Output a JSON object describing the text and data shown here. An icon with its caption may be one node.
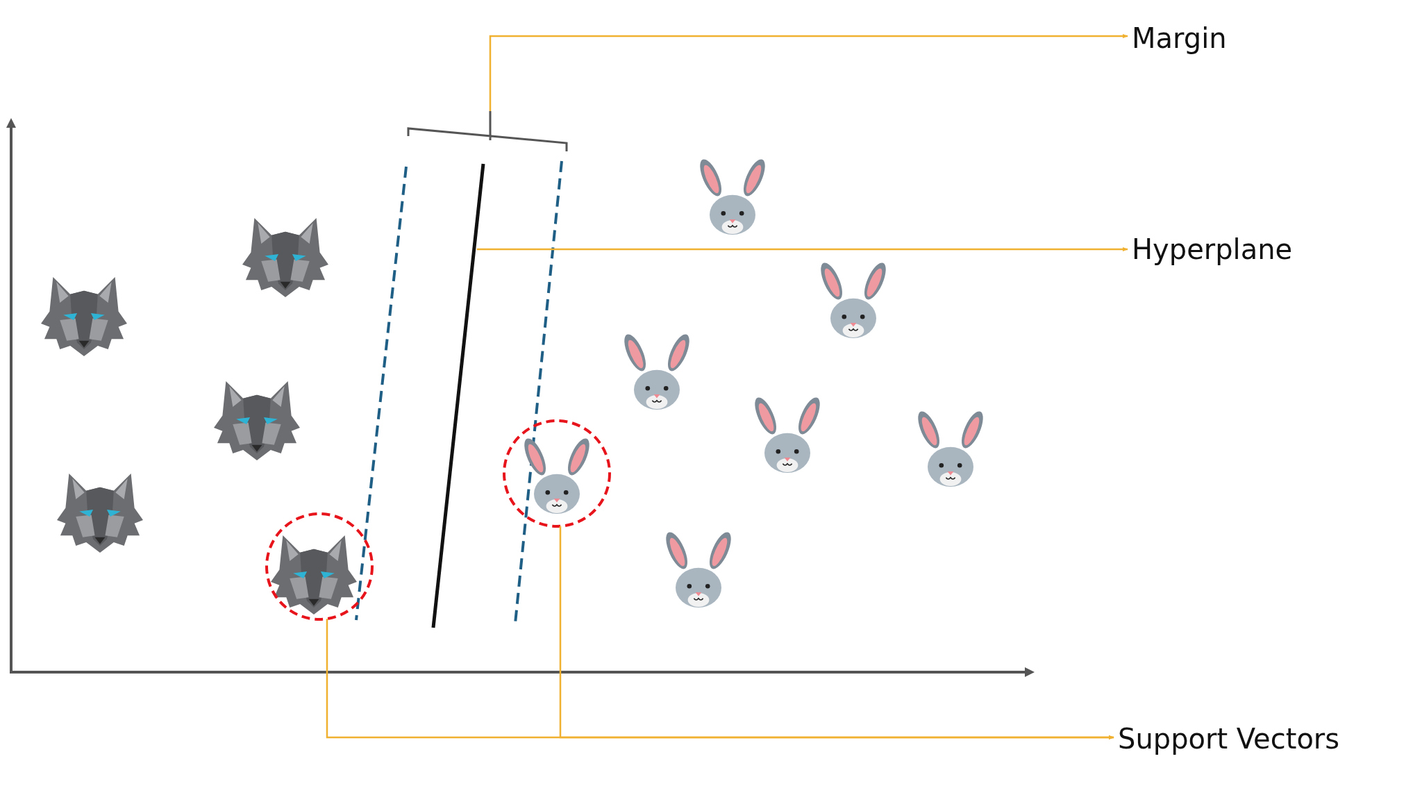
{
  "diagram": {
    "nodes": [
      {
        "text": [
          "Margin"
        ]
      },
      {
        "text": [
          "Hyperplane"
        ]
      },
      {
        "text": [
          "Support Vectors"
        ]
      },
      {
        "text": [],
        "shape": "bracket"
      },
      {
        "text": [],
        "shape": "line"
      },
      {
        "text": [],
        "shape": "circle"
      },
      {
        "text": [],
        "shape": "circle"
      }
    ],
    "edges": [
      {
        "from": 3,
        "to": 0,
        "arrow": "to"
      },
      {
        "from": 4,
        "to": 1,
        "arrow": "to"
      },
      {
        "from": 5,
        "to": 2,
        "arrow": "to"
      },
      {
        "from": 6,
        "to": 2,
        "arrow": "to"
      }
    ]
  }
}
